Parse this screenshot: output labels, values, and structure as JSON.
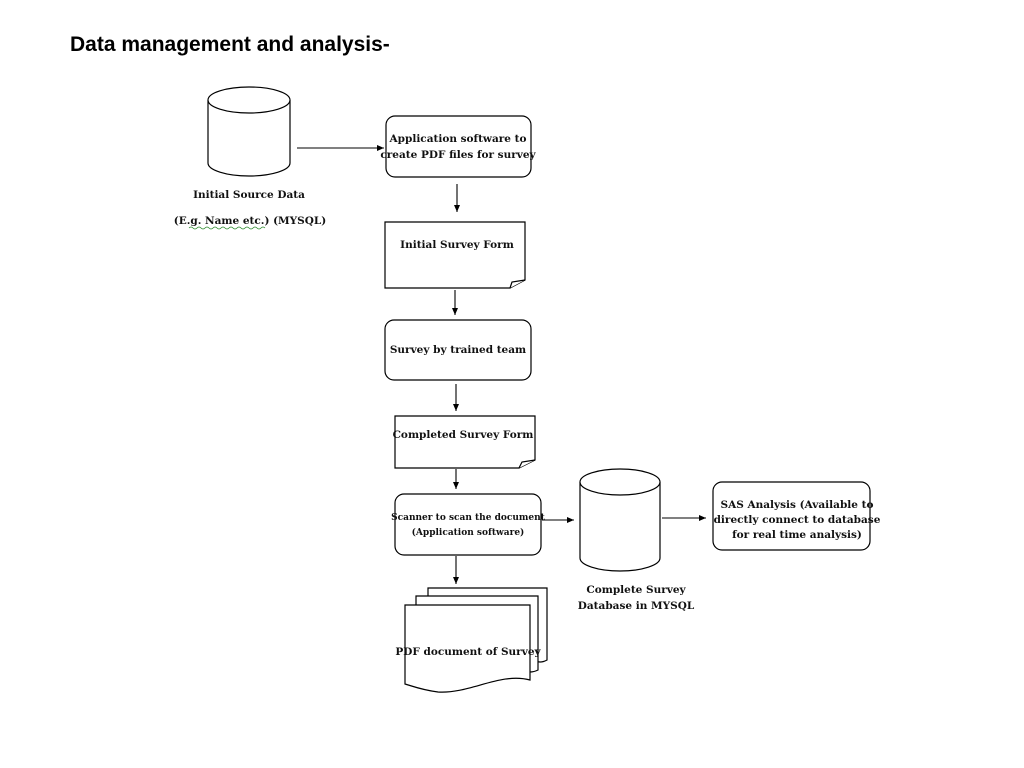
{
  "title": "Data management and analysis-",
  "nodes": {
    "initial_source": {
      "line1": "Initial Source  Data",
      "line2_underlined": "(E.g. Name etc.)",
      "line2_rest": " (MYSQL)"
    },
    "app_software": {
      "line1": "Application software to",
      "line2": "create PDF files  for survey"
    },
    "initial_form": {
      "label": "Initial Survey  Form"
    },
    "survey_team": {
      "label": "Survey by trained  team"
    },
    "completed_form": {
      "label": "Completed Survey Form"
    },
    "scanner": {
      "line1": "Scanner to  scan the document",
      "line2": "(Application  software)"
    },
    "pdf_docs": {
      "label": "PDF document  of Survey"
    },
    "survey_db": {
      "line1": "Complete Survey",
      "line2": "Database  in MYSQL"
    },
    "sas": {
      "line1": "SAS Analysis (Available to",
      "line2": "directly connect  to database",
      "line3": "for real time analysis)"
    }
  },
  "colors": {
    "stroke": "#000000",
    "text": "#111111",
    "spellcheck_underline": "#2e8b2e"
  }
}
